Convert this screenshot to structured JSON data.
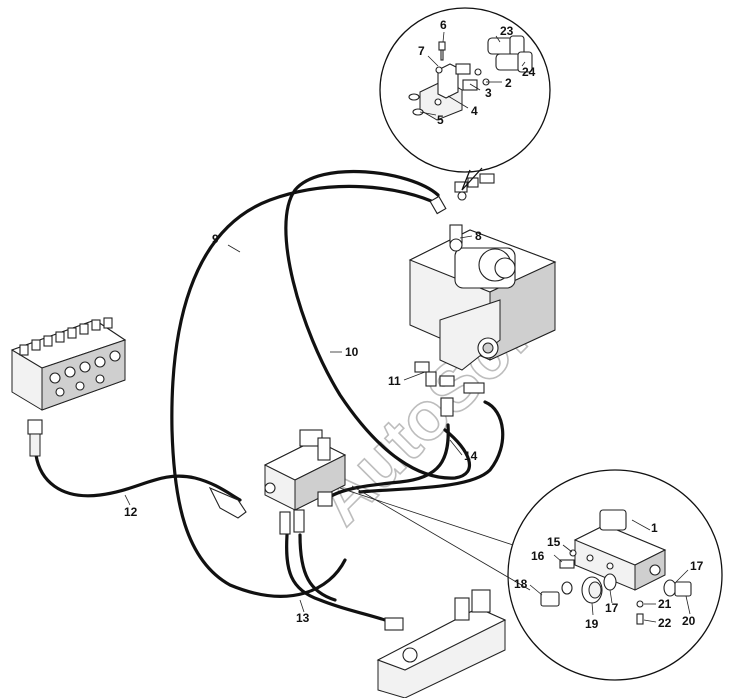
{
  "watermark": "AutoSoft",
  "callouts": {
    "n1": "1",
    "n2": "2",
    "n3": "3",
    "n4": "4",
    "n5": "5",
    "n6": "6",
    "n7": "7",
    "n8": "8",
    "n9": "9",
    "n10": "10",
    "n11": "11",
    "n12": "12",
    "n13": "13",
    "n14": "14",
    "n15": "15",
    "n16": "16",
    "n17a": "17",
    "n17b": "17",
    "n18": "18",
    "n19": "19",
    "n20": "20",
    "n21": "21",
    "n22": "22",
    "n23": "23",
    "n24": "24"
  }
}
